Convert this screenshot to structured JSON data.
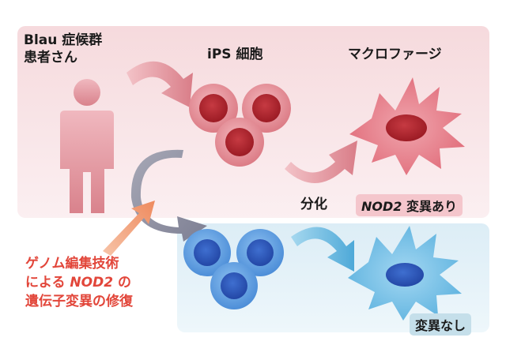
{
  "labels": {
    "patient_line1": "Blau 症候群",
    "patient_line2": "患者さん",
    "ips": "iPS 細胞",
    "macrophage": "マクロファージ",
    "differentiation": "分化"
  },
  "badges": {
    "mutated_gene": "NOD2",
    "mutated_suffix": " 変異あり",
    "not_mutated": "変異なし"
  },
  "genome_editing": {
    "line1": "ゲノム編集技術",
    "line2_prefix": "による ",
    "line2_gene": "NOD2",
    "line2_suffix": " の",
    "line3": "遺伝子変異の修復"
  },
  "colors": {
    "top_panel": "#f6dadd",
    "bottom_panel": "#dcedf6",
    "red_cell": "#e58f98",
    "red_nucleus": "#b3222b",
    "blue_cell": "#5f9fe0",
    "blue_nucleus": "#2b57b8",
    "accent_text": "#e2463a"
  }
}
